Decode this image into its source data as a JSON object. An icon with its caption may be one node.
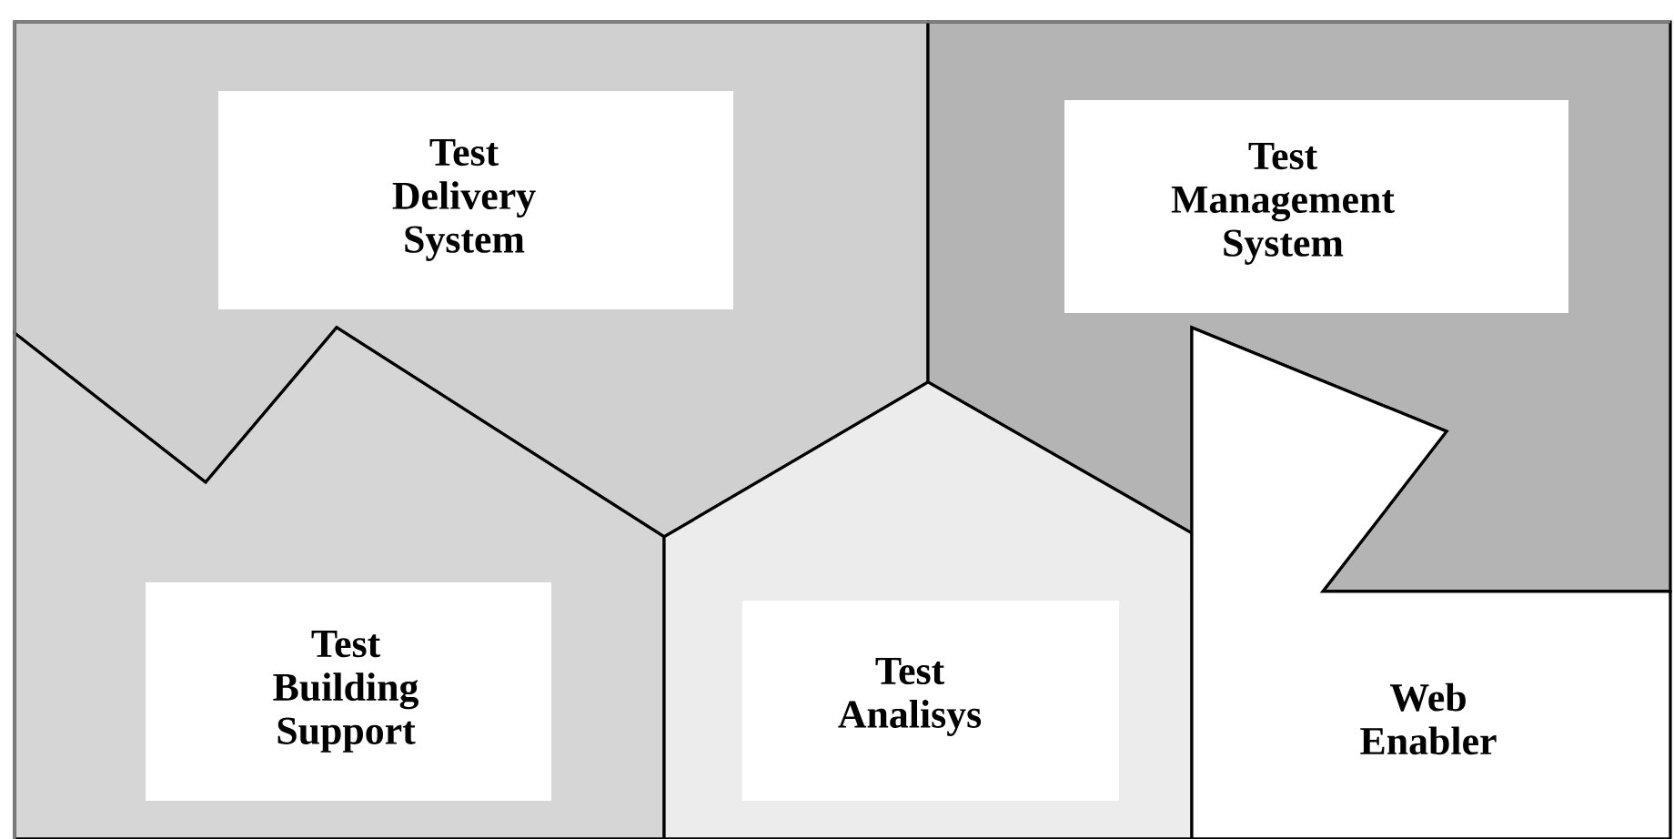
{
  "diagram": {
    "nodes": [
      {
        "text": [
          "Test Delivery System"
        ]
      },
      {
        "text": [
          "Test Management System"
        ]
      },
      {
        "text": [
          "Test Building Support"
        ]
      },
      {
        "text": [
          "Test Analisys"
        ]
      },
      {
        "text": [
          "Web Enabler"
        ]
      }
    ]
  }
}
